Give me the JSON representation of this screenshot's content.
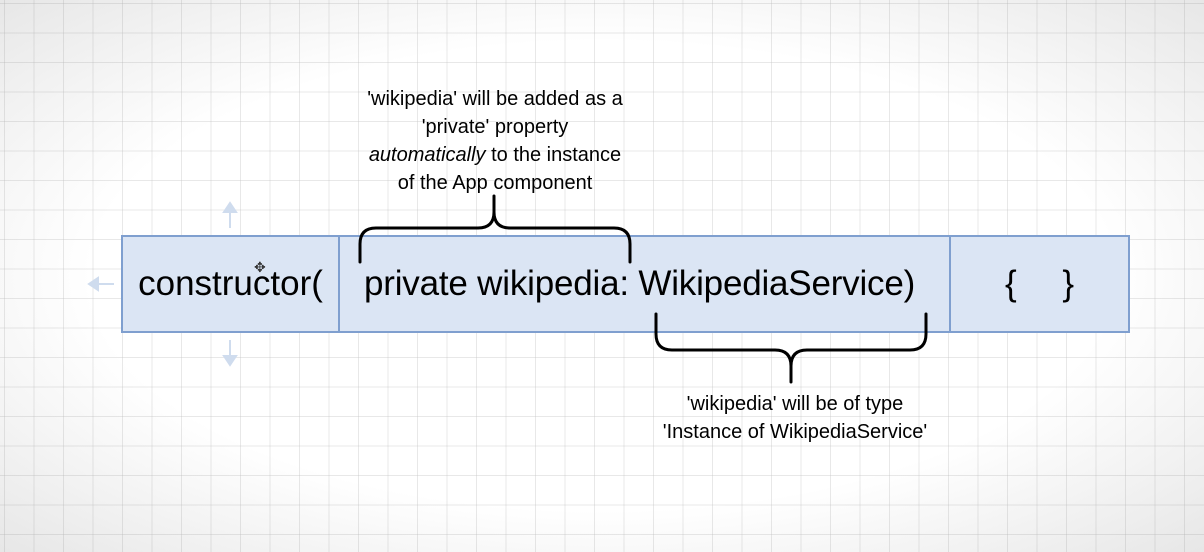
{
  "diagram": {
    "constructor_label": "constructor(",
    "param_text": "private wikipedia: WikipediaService)",
    "body_label": "{ }",
    "top_note": {
      "line1": "'wikipedia' will be added as a",
      "line2": "'private' property",
      "line3_em": "automatically",
      "line3_rest": " to the instance",
      "line4": "of the App component"
    },
    "bottom_note": {
      "line1": "'wikipedia' will be of type",
      "line2": "'Instance of WikipediaService'"
    }
  },
  "colors": {
    "box_fill": "#dbe5f4",
    "box_border": "#7f9fcf",
    "bracket": "#000000"
  }
}
